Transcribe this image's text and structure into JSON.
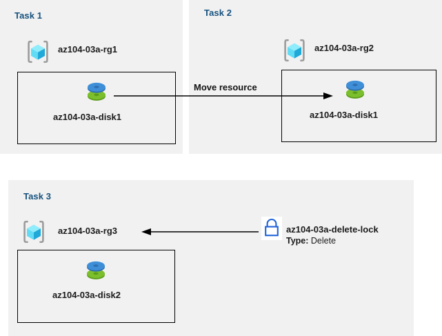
{
  "diagram": {
    "colors": {
      "panel_background": "#f1f1f1",
      "page_background": "#ffffff",
      "task_title": "#16517e",
      "box_border": "#000000",
      "arrow": "#000000",
      "lock_outline": "#1f63d8",
      "cube_cyan": "#6fe3f7",
      "cube_blue": "#1fa8d8",
      "bracket_gray": "#9b9b9b",
      "disk_blue": "#3f8fd8",
      "disk_green": "#6aaa22"
    },
    "panels": [
      {
        "id": "task1",
        "title": "Task 1",
        "resource_group": {
          "icon": "resource-group-icon",
          "label": "az104-03a-rg1"
        },
        "resource": {
          "icon": "disk-icon",
          "label": "az104-03a-disk1"
        }
      },
      {
        "id": "task2",
        "title": "Task 2",
        "resource_group": {
          "icon": "resource-group-icon",
          "label": "az104-03a-rg2"
        },
        "resource": {
          "icon": "disk-icon",
          "label": "az104-03a-disk1"
        }
      },
      {
        "id": "task3",
        "title": "Task 3",
        "resource_group": {
          "icon": "resource-group-icon",
          "label": "az104-03a-rg3"
        },
        "resource": {
          "icon": "disk-icon",
          "label": "az104-03a-disk2"
        }
      }
    ],
    "connectors": [
      {
        "id": "move-resource",
        "label": "Move resource",
        "direction": "right",
        "from": "az104-03a-disk1 (Task 1)",
        "to": "az104-03a-disk1 (Task 2)"
      },
      {
        "id": "delete-lock-applies-to-rg3",
        "label": "",
        "direction": "left",
        "from": "az104-03a-delete-lock",
        "to": "az104-03a-rg3"
      }
    ],
    "lock": {
      "icon": "lock-icon",
      "name": "az104-03a-delete-lock",
      "type_key": "Type:",
      "type_value": "Delete"
    }
  }
}
